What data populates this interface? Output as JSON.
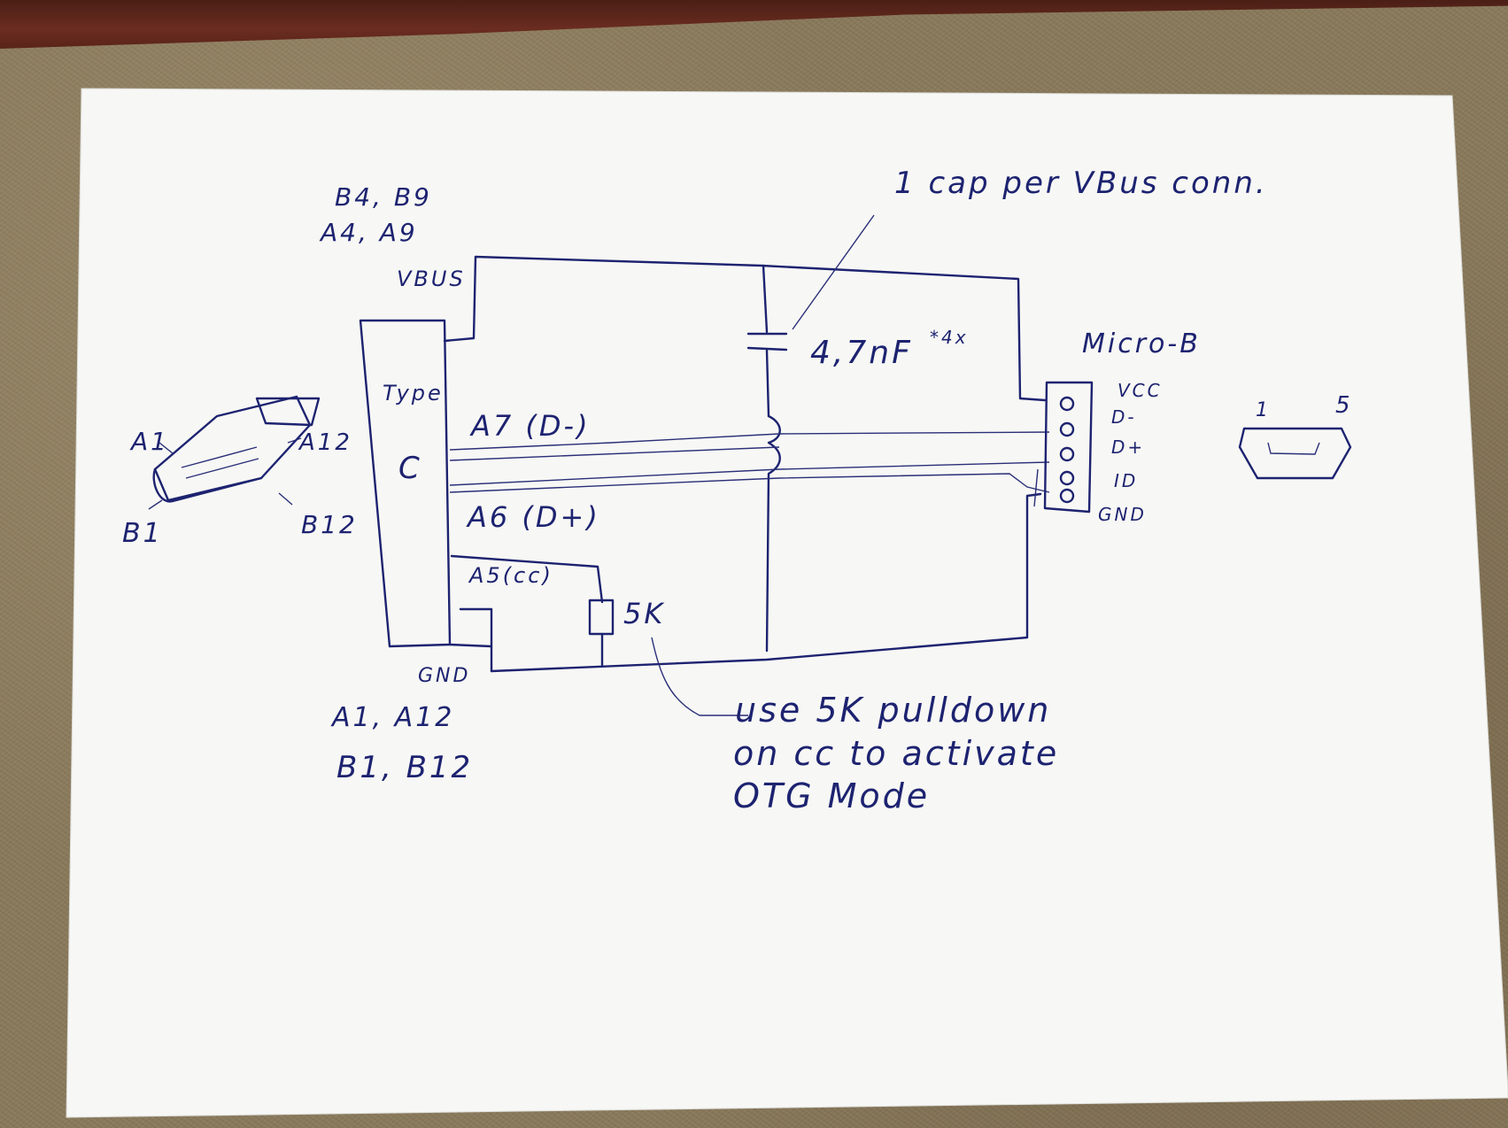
{
  "labels": {
    "b4b9": "B4, B9",
    "a4a9": "A4, A9",
    "vbus": "VBUS",
    "type": "Type",
    "c": "C",
    "cap_note": "1 cap per VBus conn.",
    "cap_value": "4,7nF",
    "cap_mult": "*4x",
    "micro_b": "Micro-B",
    "a7": "A7 (D-)",
    "a6": "A6 (D+)",
    "a5": "A5(cc)",
    "r_value": "5K",
    "gnd": "GND",
    "gnd_pins_a": "A1, A12",
    "gnd_pins_b": "B1, B12",
    "plug_a1": "A1",
    "plug_a12": "A12",
    "plug_b1": "B1",
    "plug_b12": "B12",
    "microb_pins": [
      "VCC",
      "D-",
      "D+",
      "ID",
      "GND"
    ],
    "socket_1": "1",
    "socket_5": "5",
    "note_line1": "use  5K  pulldown",
    "note_line2": "on  cc  to  activate",
    "note_line3": "OTG  Mode"
  }
}
